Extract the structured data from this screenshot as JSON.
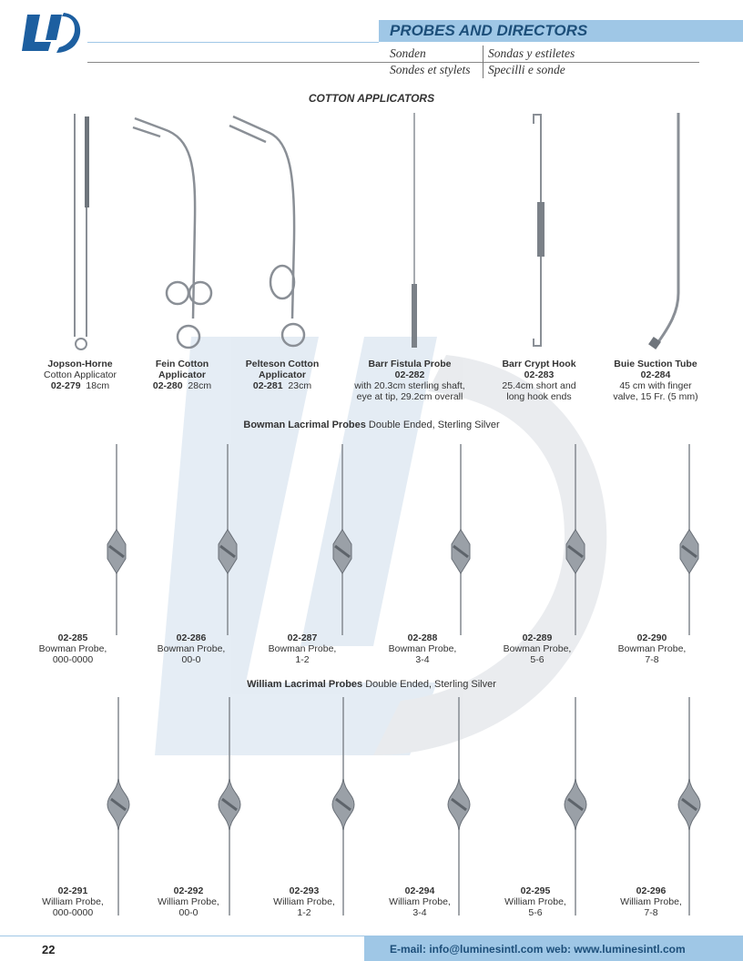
{
  "brand": {
    "logo_text": "LI"
  },
  "header": {
    "title": "PROBES AND DIRECTORS",
    "translations": [
      "Sonden",
      "Sondas y estiletes",
      "Sondes et stylets",
      "Specilli e sonde"
    ]
  },
  "sections": {
    "cotton": "COTTON APPLICATORS",
    "bowman_bold": "Bowman Lacrimal Probes",
    "bowman_rest": " Double Ended, Sterling Silver",
    "william_bold": "William Lacrimal Probes",
    "william_rest": " Double Ended, Sterling Silver"
  },
  "cotton_items": [
    {
      "name": "Jopson-Horne",
      "line2": "Cotton Applicator",
      "code": "02-279",
      "size": "18cm"
    },
    {
      "name": "Fein Cotton",
      "line2": "Applicator",
      "code": "02-280",
      "size": "28cm"
    },
    {
      "name": "Pelteson Cotton",
      "line2": "Applicator",
      "code": "02-281",
      "size": "23cm"
    },
    {
      "name": "Barr Fistula Probe",
      "code": "02-282",
      "desc1": "with 20.3cm sterling shaft,",
      "desc2": "eye at tip, 29.2cm overall"
    },
    {
      "name": "Barr Crypt Hook",
      "code": "02-283",
      "desc1": "25.4cm short and",
      "desc2": "long hook ends"
    },
    {
      "name": "Buie Suction Tube",
      "code": "02-284",
      "desc1": "45 cm with finger",
      "desc2": "valve, 15 Fr. (5 mm)"
    }
  ],
  "bowman_items": [
    {
      "code": "02-285",
      "name": "Bowman Probe,",
      "size": "000-0000"
    },
    {
      "code": "02-286",
      "name": "Bowman Probe,",
      "size": "00-0"
    },
    {
      "code": "02-287",
      "name": "Bowman Probe,",
      "size": "1-2"
    },
    {
      "code": "02-288",
      "name": "Bowman Probe,",
      "size": "3-4"
    },
    {
      "code": "02-289",
      "name": "Bowman Probe,",
      "size": "5-6"
    },
    {
      "code": "02-290",
      "name": "Bowman Probe,",
      "size": "7-8"
    }
  ],
  "william_items": [
    {
      "code": "02-291",
      "name": "William Probe,",
      "size": "000-0000"
    },
    {
      "code": "02-292",
      "name": "William Probe,",
      "size": "00-0"
    },
    {
      "code": "02-293",
      "name": "William Probe,",
      "size": "1-2"
    },
    {
      "code": "02-294",
      "name": "William Probe,",
      "size": "3-4"
    },
    {
      "code": "02-295",
      "name": "William Probe,",
      "size": "5-6"
    },
    {
      "code": "02-296",
      "name": "William Probe,",
      "size": "7-8"
    }
  ],
  "footer": {
    "page_number": "22",
    "contact": "E-mail: info@luminesintl.com  web: www.luminesintl.com"
  },
  "colors": {
    "accent": "#9fc7e6",
    "brand_blue": "#1d4f7a",
    "steel": "#8a8f96"
  }
}
